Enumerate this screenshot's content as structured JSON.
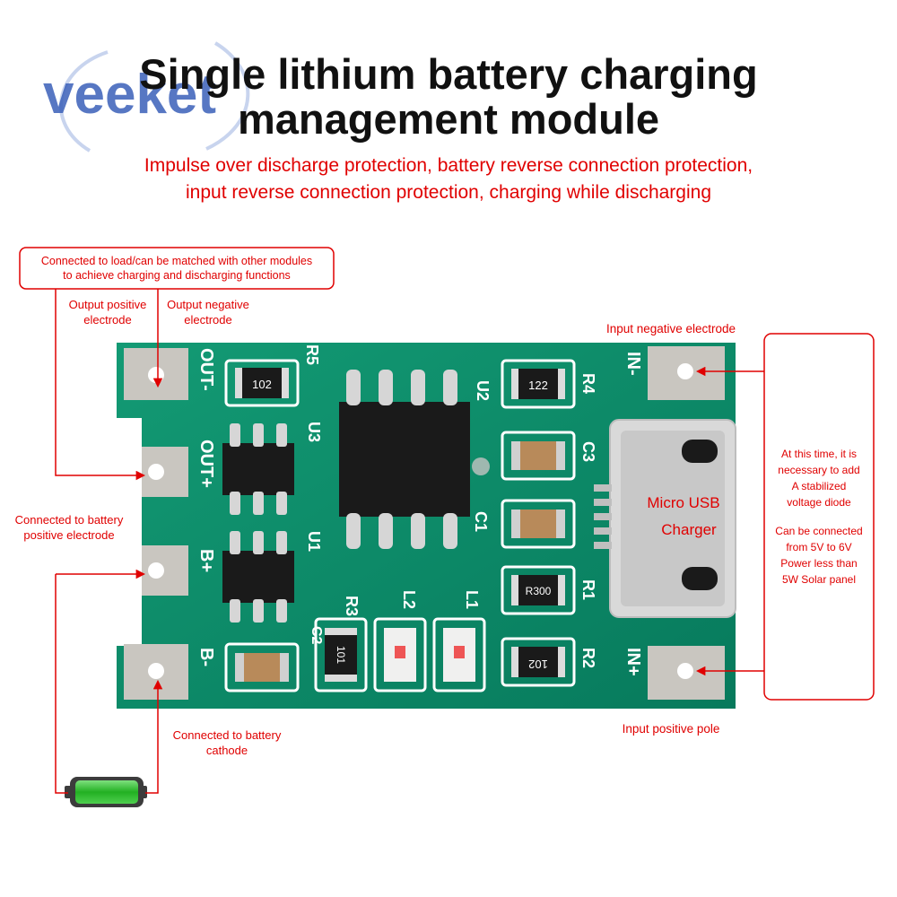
{
  "title_lines": [
    "Single lithium battery charging",
    "management module"
  ],
  "subtitle_lines": [
    "Impulse over discharge protection, battery reverse connection protection,",
    "input reverse connection protection, charging while discharging"
  ],
  "logo_text": "veeket",
  "callouts": {
    "load_box": [
      "Connected to load/can be matched with other modules",
      "to achieve charging and discharging functions"
    ],
    "out_pos": [
      "Output positive",
      "electrode"
    ],
    "out_neg": [
      "Output negative",
      "electrode"
    ],
    "batt_pos": [
      "Connected to battery",
      "positive electrode"
    ],
    "batt_neg": [
      "Connected to battery",
      "cathode"
    ],
    "in_neg": "Input negative electrode",
    "in_pos": "Input positive pole",
    "usb": [
      "Micro USB",
      "Charger"
    ],
    "side_box_a": [
      "At this time, it is",
      "necessary to add",
      "A stabilized",
      "voltage diode"
    ],
    "side_box_b": [
      "Can be connected",
      "from 5V to 6V",
      "Power less than",
      "5W Solar panel"
    ]
  },
  "board_labels": {
    "out_minus": "OUT-",
    "out_plus": "OUT+",
    "b_plus": "B+",
    "b_minus": "B-",
    "in_minus": "IN-",
    "in_plus": "IN+",
    "r5": "R5",
    "u3": "U3",
    "u2": "U2",
    "u1": "U1",
    "r4": "R4",
    "c3": "C3",
    "c1": "C1",
    "r1": "R1",
    "r2": "R2",
    "r3": "R3",
    "l2": "L2",
    "l1": "L1",
    "c2": "C2",
    "res_102_top": "102",
    "res_122": "122",
    "res_r300": "R300",
    "res_102_bottom": "102",
    "res_101": "101"
  },
  "colors": {
    "pcb": "#0a8a6a",
    "accent_red": "#e00000",
    "battery_green": "#2fc02f"
  }
}
